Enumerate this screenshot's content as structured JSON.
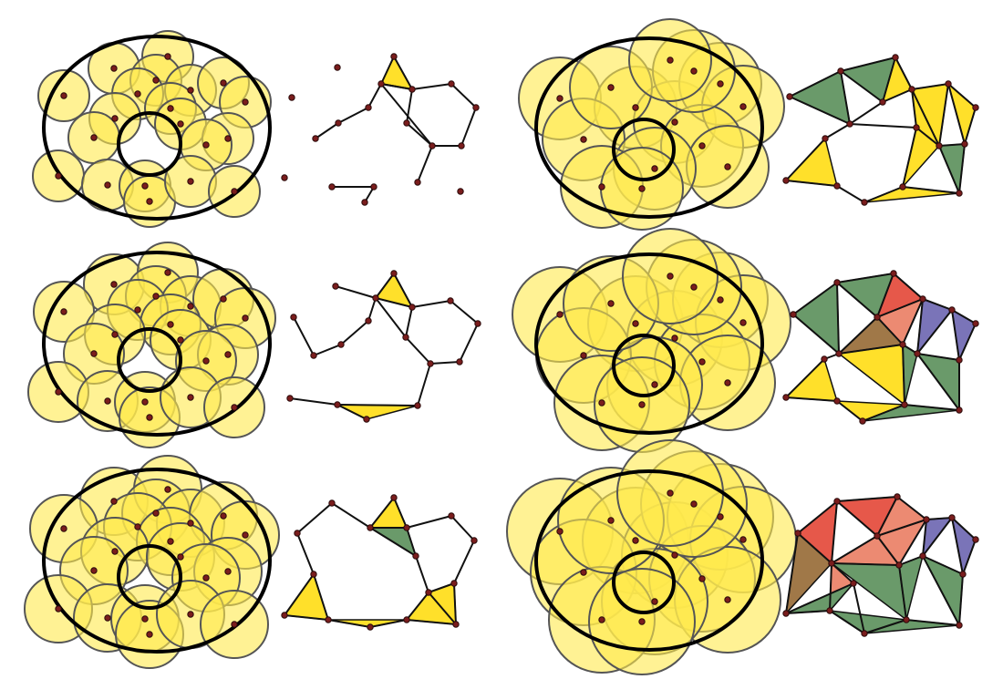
{
  "colors": {
    "disk_fill": "#ffe94d",
    "disk_stroke": "#555555",
    "ellipse_stroke": "#000000",
    "point_fill": "#7a1d1d",
    "point_stroke": "#2a0a0a",
    "edge": "#111111",
    "simplex_yellow": "#ffe02a",
    "simplex_green": "#6a9a6a",
    "simplex_red": "#e6584a",
    "simplex_salmon": "#ec8a72",
    "simplex_purple": "#7a74b8",
    "simplex_brown": "#a07848"
  },
  "icons": [
    "covering-disk",
    "sample-point",
    "simplicial-complex"
  ],
  "panels": [
    {
      "id": "row1-left-small",
      "stage": 1,
      "kind": "cover",
      "scale": "small"
    },
    {
      "id": "row1-left-complex",
      "stage": 1,
      "kind": "complex",
      "scale": "small"
    },
    {
      "id": "row1-right-large",
      "stage": 1,
      "kind": "cover",
      "scale": "large"
    },
    {
      "id": "row1-right-complex",
      "stage": 1,
      "kind": "complex",
      "scale": "large"
    },
    {
      "id": "row2-left-small",
      "stage": 2,
      "kind": "cover",
      "scale": "small"
    },
    {
      "id": "row2-left-complex",
      "stage": 2,
      "kind": "complex",
      "scale": "small"
    },
    {
      "id": "row2-right-large",
      "stage": 2,
      "kind": "cover",
      "scale": "large"
    },
    {
      "id": "row2-right-complex",
      "stage": 2,
      "kind": "complex",
      "scale": "large"
    },
    {
      "id": "row3-left-small",
      "stage": 3,
      "kind": "cover",
      "scale": "small"
    },
    {
      "id": "row3-left-complex",
      "stage": 3,
      "kind": "complex",
      "scale": "small"
    },
    {
      "id": "row3-right-large",
      "stage": 3,
      "kind": "cover",
      "scale": "large"
    },
    {
      "id": "row3-right-complex",
      "stage": 3,
      "kind": "complex",
      "scale": "large"
    }
  ]
}
